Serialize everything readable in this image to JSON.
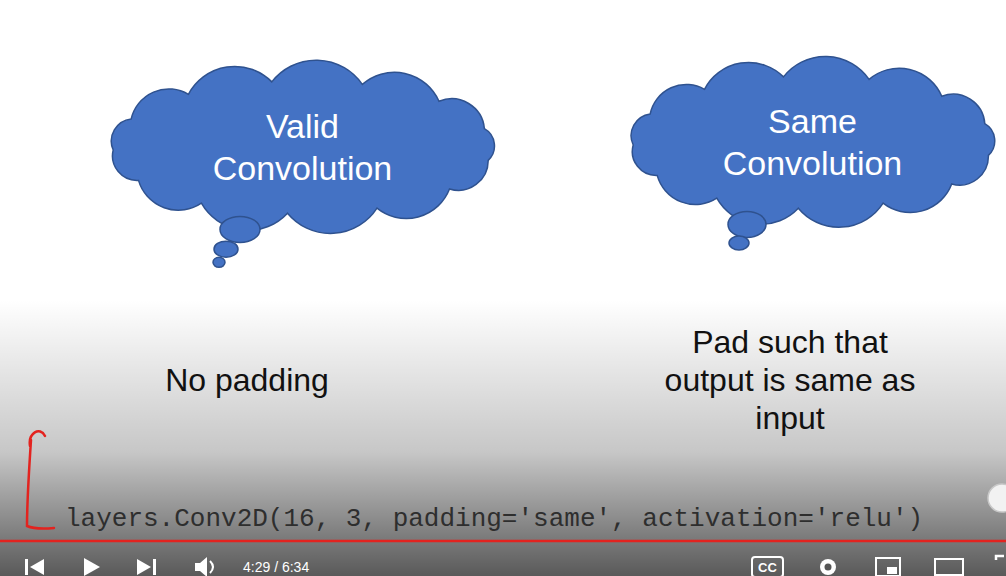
{
  "diagram": {
    "nodes": [
      {
        "text": [
          "Valid Convolution"
        ]
      },
      {
        "text": [
          "Same Convolution"
        ]
      }
    ],
    "labels": [
      "No padding",
      "Pad such that output is same as input",
      "layers.Conv2D(16, 3, padding='same', activation='relu')",
      "4:29 / 6:34",
      "CC"
    ]
  }
}
